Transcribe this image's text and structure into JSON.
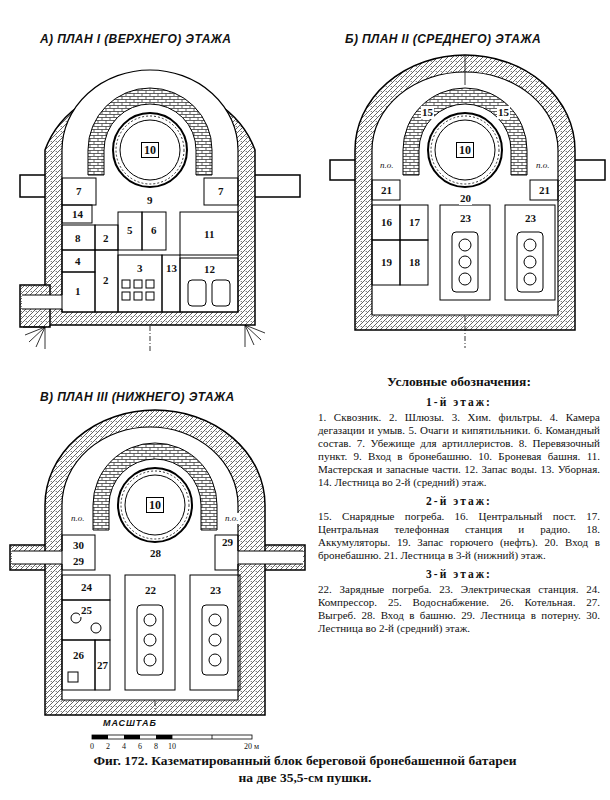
{
  "diagram": {
    "caption": "Фиг. 172. Казематированный блок береговой бронебашенной батареи на две 35,5-см пушки.",
    "nodes": [
      {
        "text": [
          "10"
        ]
      },
      {
        "text": [
          "10"
        ]
      },
      {
        "text": [
          "10"
        ]
      }
    ],
    "labels": [
      "А) ПЛАН I (ВЕРХНЕГО) ЭТАЖА",
      "Б) ПЛАН II (СРЕДНЕГО) ЭТАЖА",
      "В) ПЛАН III (НИЖНЕГО) ЭТАЖА",
      "7",
      "7",
      "9",
      "14",
      "8",
      "2",
      "5",
      "6",
      "11",
      "4",
      "1",
      "2",
      "3",
      "13",
      "12",
      "15",
      "15",
      "п.о.",
      "п.о.",
      "20",
      "21",
      "21",
      "16",
      "17",
      "19",
      "18",
      "23",
      "23",
      "п.о.",
      "п.о.",
      "28",
      "30",
      "29",
      "29",
      "24",
      "25",
      "26",
      "27",
      "22",
      "23",
      "Условные обозначения:",
      "1-й этаж:",
      "1. Сквозник. 2. Шлюзы. 3. Хим. фильтры. 4. Камера дегазации и умыв. 5. Очаги и кипятильники. 6. Командный состав. 7. Убежище для артиллеристов. 8. Перевязочный пункт. 9. Вход в бронебашню. 10. Броневая башня. 11. Мастерская и запасные части. 12. Запас воды. 13. Уборная. 14. Лестница во 2-й (средний) этаж.",
      "2-й этаж:",
      "15. Снарядные погреба. 16. Центральный пост. 17. Центральная телефонная станция и радио. 18. Аккумуляторы. 19. Запас горючего (нефть). 20. Вход в бронебашню. 21. Лестница в 3-й (нижний) этаж.",
      "3-й этаж:",
      "22. Зарядные погреба. 23. Электрическая станция. 24. Компрессор. 25. Водоснабжение. 26. Котельная. 27. Выгреб. 28. Вход в башню. 29. Лестница в потерну. 30. Лестница во 2-й (средний) этаж.",
      "МАСШТАБ",
      "0",
      "2",
      "4",
      "6",
      "8",
      "10",
      "20 м"
    ]
  }
}
